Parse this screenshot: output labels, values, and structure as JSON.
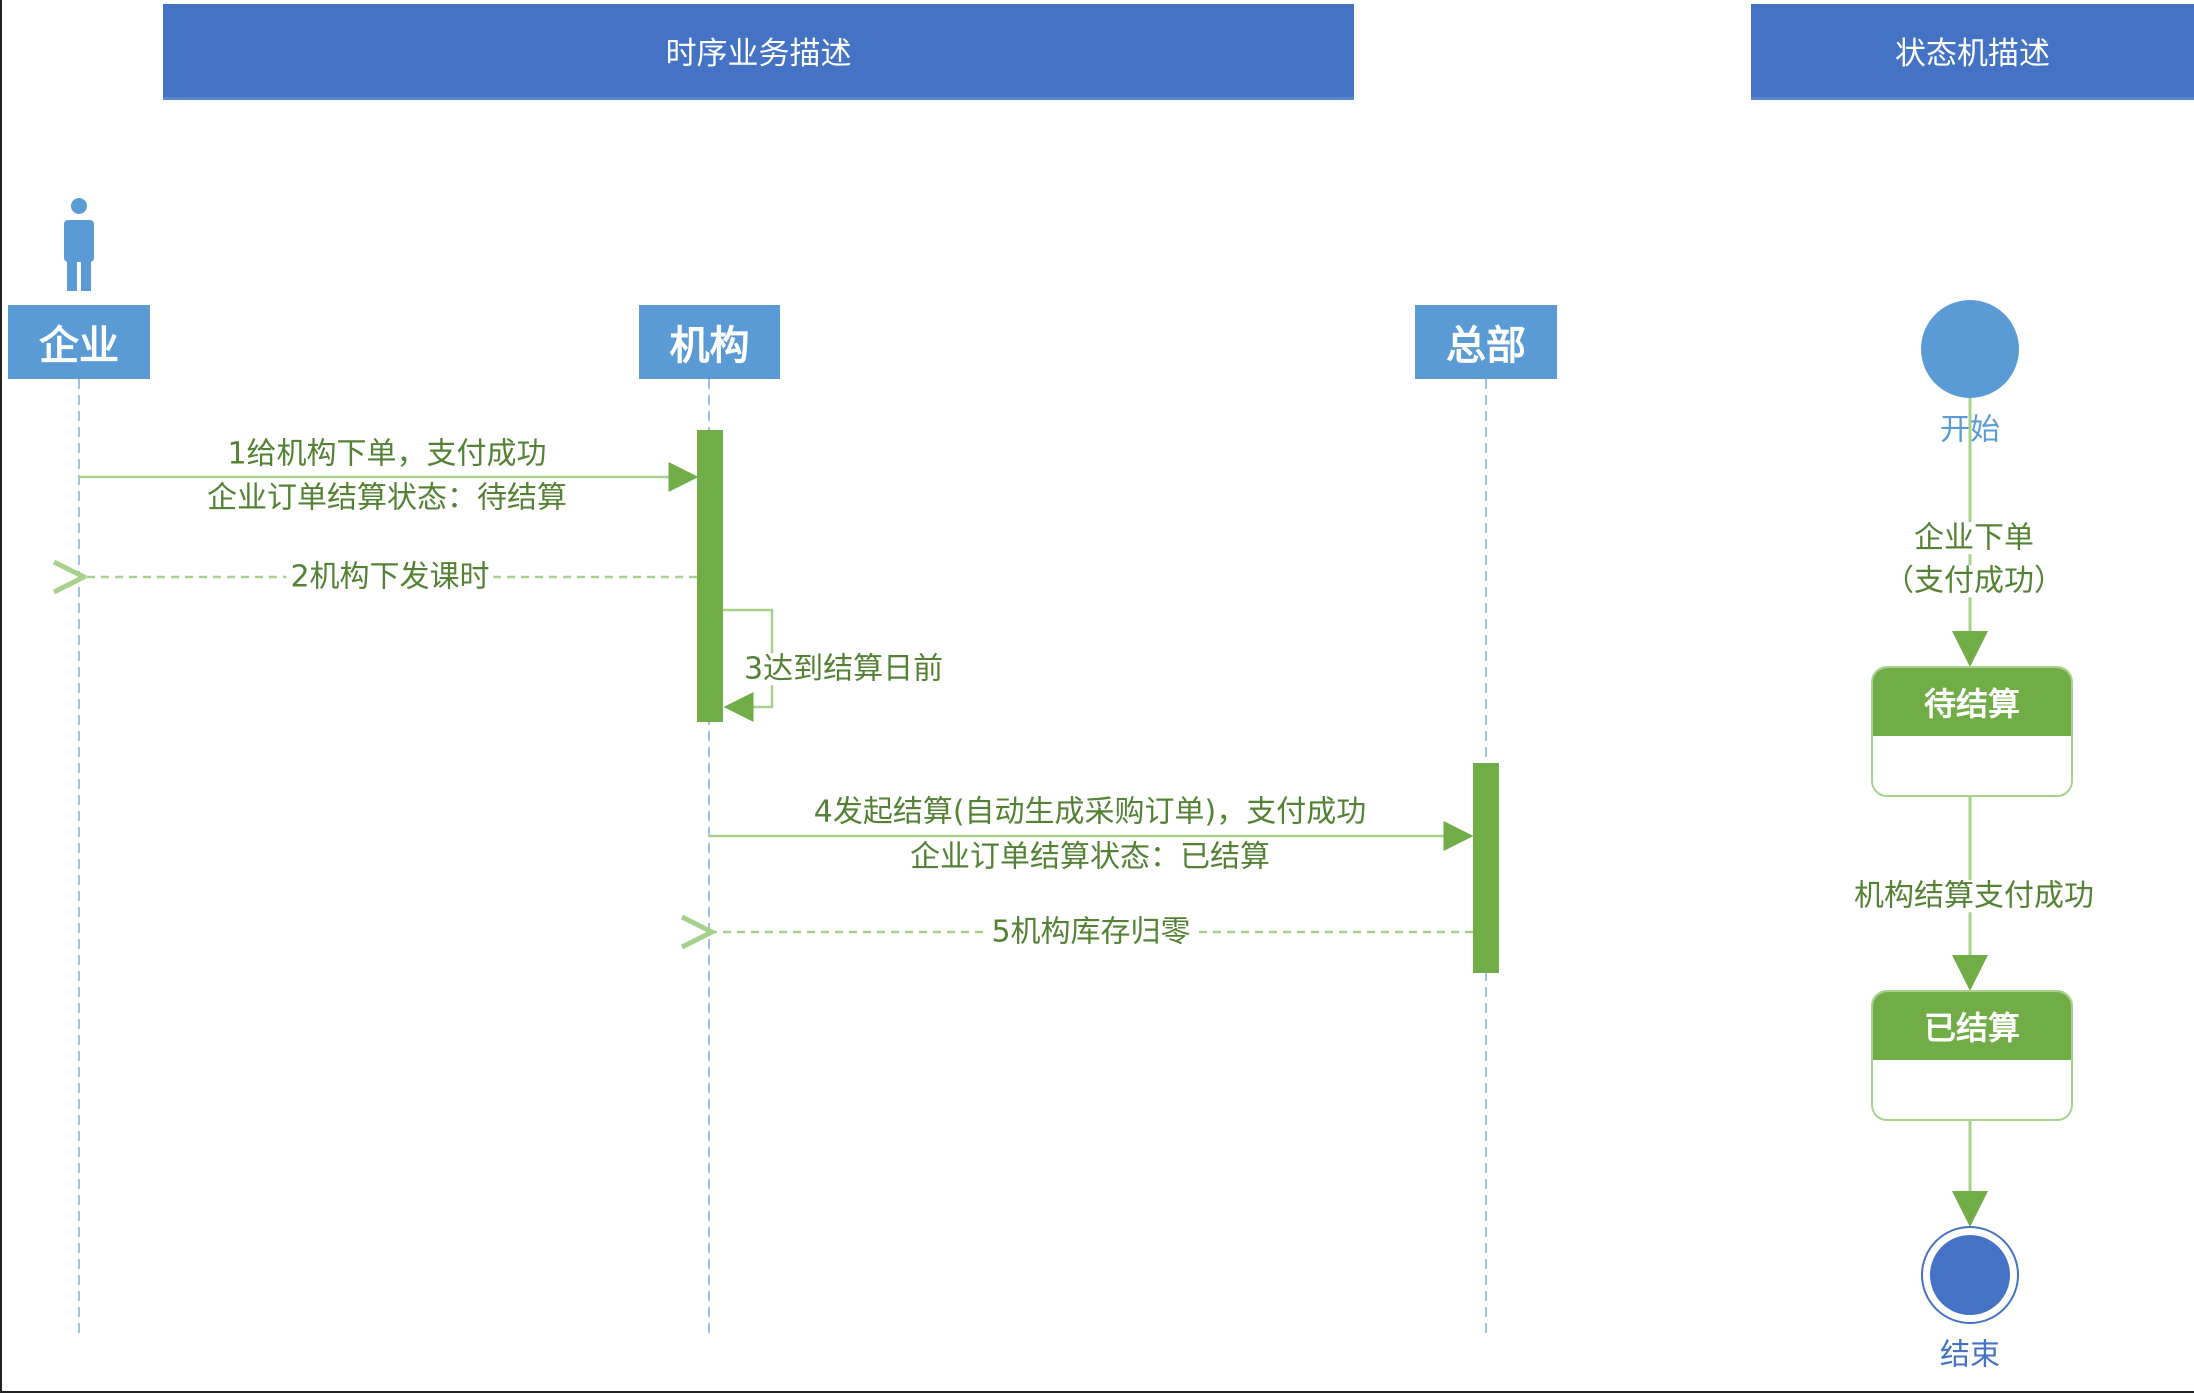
{
  "headers": {
    "sequence": "时序业务描述",
    "state_machine": "状态机描述"
  },
  "lanes": [
    {
      "label": "企业"
    },
    {
      "label": "机构"
    },
    {
      "label": "总部"
    }
  ],
  "messages": [
    {
      "line1": "1给机构下单，支付成功",
      "line2": "企业订单结算状态：待结算"
    },
    {
      "line1": "2机构下发课时"
    },
    {
      "line1": "3达到结算日前"
    },
    {
      "line1": "4发起结算(自动生成采购订单)，支付成功",
      "line2": "企业订单结算状态：已结算"
    },
    {
      "line1": "5机构库存归零"
    }
  ],
  "state_machine": {
    "start": "开始",
    "transition1": {
      "line1": "企业下单",
      "line2": "（支付成功）"
    },
    "state1": "待结算",
    "transition2": "机构结算支付成功",
    "state2": "已结算",
    "end": "结束"
  },
  "colors": {
    "header": "#4472c4",
    "lane": "#5b9bd5",
    "activation": "#70ad47",
    "text": "#548235"
  }
}
